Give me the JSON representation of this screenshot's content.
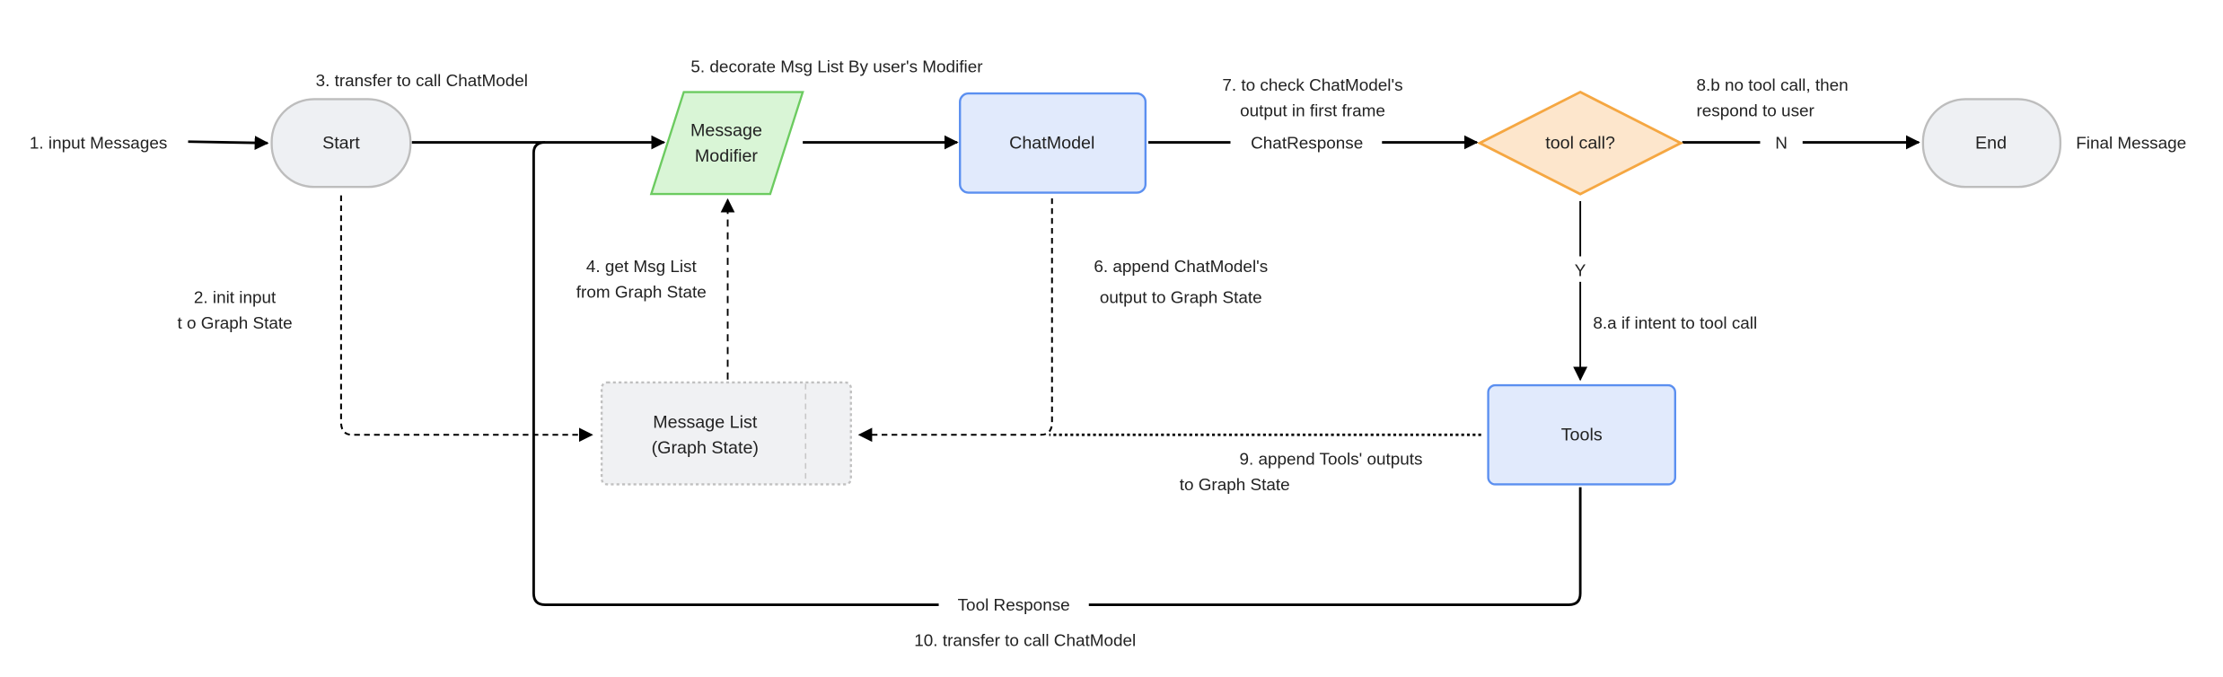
{
  "nodes": {
    "start": "Start",
    "modifier_line1": "Message",
    "modifier_line2": "Modifier",
    "chatmodel": "ChatModel",
    "decision": "tool call?",
    "end": "End",
    "tools": "Tools",
    "msglist_line1": "Message List",
    "msglist_line2": "(Graph State)"
  },
  "labels": {
    "input": "1. input Messages",
    "init_line1": "2. init input",
    "init_line2": "t o Graph State",
    "transfer": "3. transfer to call ChatModel",
    "get_line1": "4. get Msg List",
    "get_line2": "from Graph State",
    "decorate": "5. decorate Msg List By user's Modifier",
    "append_line1": "6. append ChatModel's",
    "append_line2": "output to Graph State",
    "check_line1": "7. to check ChatModel's",
    "check_line2": "output in first frame",
    "chat_response": "ChatResponse",
    "no_line1": "8.b no tool call, then",
    "no_line2": "respond to user",
    "no": "N",
    "yes": "Y",
    "intent": "8.a if intent to tool  call",
    "final": "Final Message",
    "tools_append_line1": "9. append Tools' outputs",
    "tools_append_line2": "to Graph State",
    "tool_response": "Tool Response",
    "transfer_back": "10. transfer to  call ChatModel"
  },
  "colors": {
    "terminal_fill": "#eef0f3",
    "terminal_stroke": "#bdbdbd",
    "modifier_fill": "#d9f5d6",
    "modifier_stroke": "#6ccb60",
    "process_fill": "#e1eafc",
    "process_stroke": "#5b8ff0",
    "decision_fill": "#fde6cc",
    "decision_stroke": "#f5a742",
    "state_fill": "#f0f1f3",
    "state_stroke": "#c0c0c0"
  }
}
